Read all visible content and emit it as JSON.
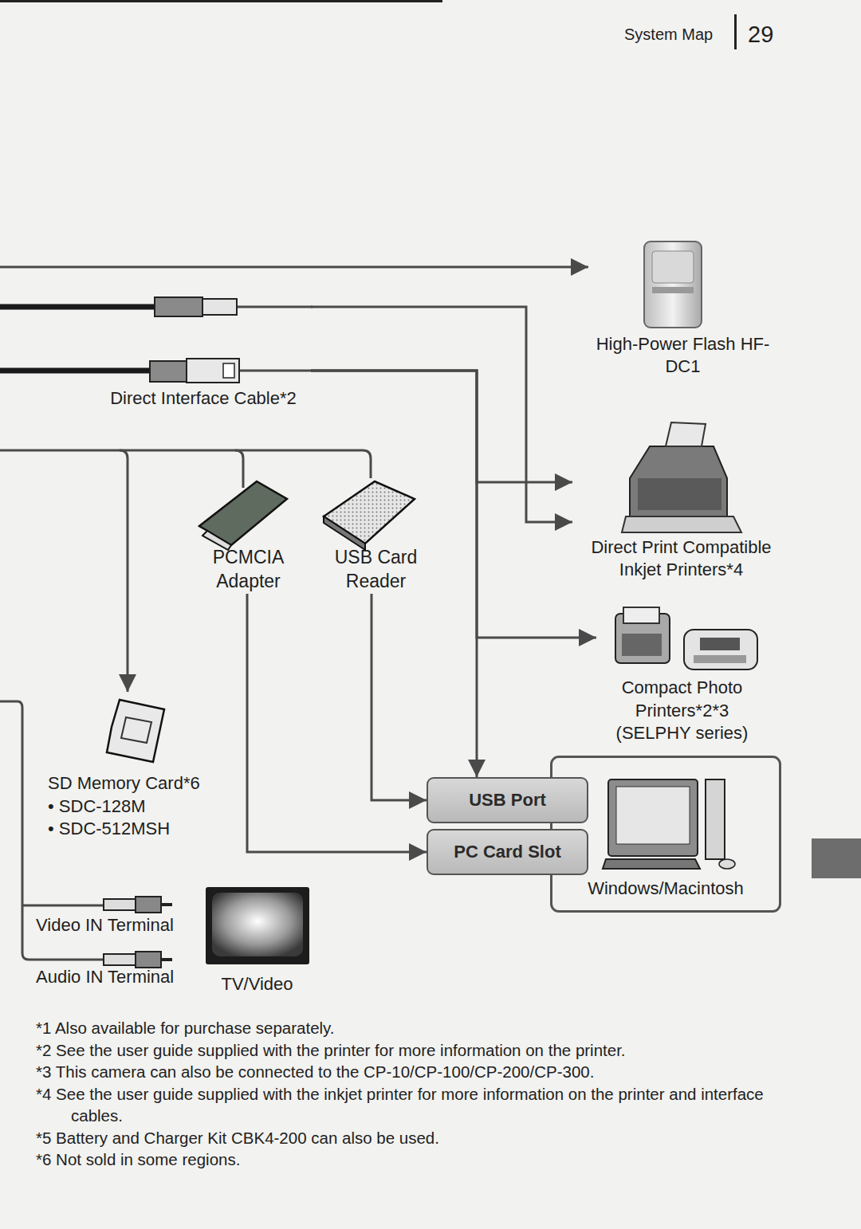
{
  "diagram": {
    "nodes": [
      {
        "text": [
          "High-Power Flash HF-DC1"
        ]
      },
      {
        "text": [
          "Direct Interface Cable*2"
        ]
      },
      {
        "text": [
          "Direct Print Compatible Inkjet Printers*4"
        ]
      },
      {
        "text": [
          "PCMCIA Adapter"
        ]
      },
      {
        "text": [
          "USB Card Reader"
        ]
      },
      {
        "text": [
          "SD Memory Card*6",
          "• SDC-128M",
          "• SDC-512MSH"
        ]
      },
      {
        "text": [
          "Compact Photo Printers*2*3 (SELPHY series)"
        ]
      },
      {
        "text": [
          "Windows/Macintosh"
        ]
      },
      {
        "text": [
          "USB Port"
        ],
        "in": 7
      },
      {
        "text": [
          "PC Card Slot"
        ],
        "in": 7
      },
      {
        "text": [
          "TV/Video"
        ]
      }
    ],
    "edges": [
      {
        "from": 1,
        "to": 2,
        "arrow": "to"
      },
      {
        "from": 1,
        "to": 2,
        "arrow": "to"
      },
      {
        "from": 1,
        "to": 6,
        "arrow": "to"
      },
      {
        "from": 1,
        "to": 8,
        "arrow": "to"
      },
      {
        "from": 3,
        "to": 9,
        "arrow": "to"
      },
      {
        "from": 4,
        "to": 8,
        "arrow": "to"
      }
    ],
    "labels": [
      "System Map",
      "29",
      "Video IN Terminal",
      "Audio IN Terminal",
      "*1 Also available for purchase separately.",
      "*2 See the user guide supplied with the printer for more information on the printer.",
      "*3 This camera can also be connected to the CP-10/CP-100/CP-200/CP-300.",
      "*4 See the user guide supplied with the inkjet printer for more information on the printer and interface cables.",
      "*5 Battery and Charger Kit CBK4-200 can also be used.",
      "*6 Not sold in some regions."
    ]
  }
}
